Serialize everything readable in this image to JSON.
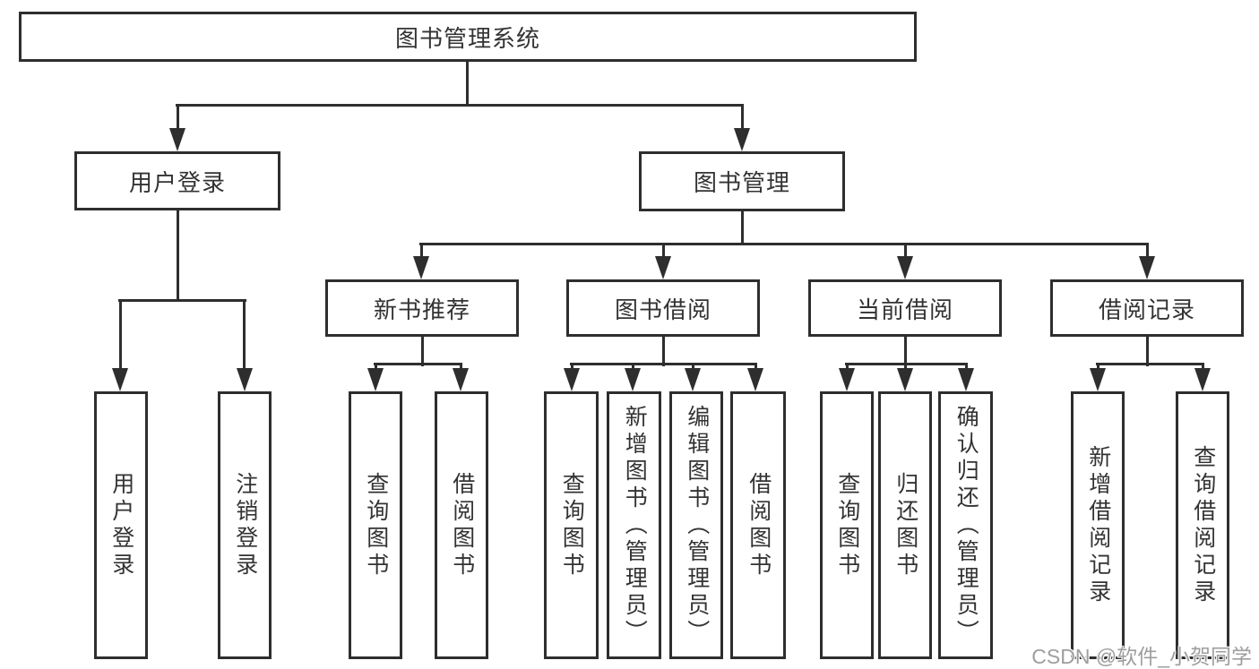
{
  "title": "图书管理系统",
  "watermark": "CSDN @软件_小贺同学",
  "colors": {
    "line": "#2e2e2e",
    "text": "#333333",
    "background": "#ffffff",
    "watermark": "#9e9e9e"
  },
  "tree": {
    "root": "图书管理系统",
    "children": [
      {
        "label": "用户登录",
        "children": [
          {
            "label": "用户登录"
          },
          {
            "label": "注销登录"
          }
        ]
      },
      {
        "label": "图书管理",
        "children": [
          {
            "label": "新书推荐",
            "children": [
              {
                "label": "查询图书"
              },
              {
                "label": "借阅图书"
              }
            ]
          },
          {
            "label": "图书借阅",
            "children": [
              {
                "label": "查询图书"
              },
              {
                "label": "新增图书（管理员）"
              },
              {
                "label": "编辑图书（管理员）"
              },
              {
                "label": "借阅图书"
              }
            ]
          },
          {
            "label": "当前借阅",
            "children": [
              {
                "label": "查询图书"
              },
              {
                "label": "归还图书"
              },
              {
                "label": "确认归还（管理员）"
              }
            ]
          },
          {
            "label": "借阅记录",
            "children": [
              {
                "label": "新增借阅记录"
              },
              {
                "label": "查询借阅记录"
              }
            ]
          }
        ]
      }
    ]
  }
}
